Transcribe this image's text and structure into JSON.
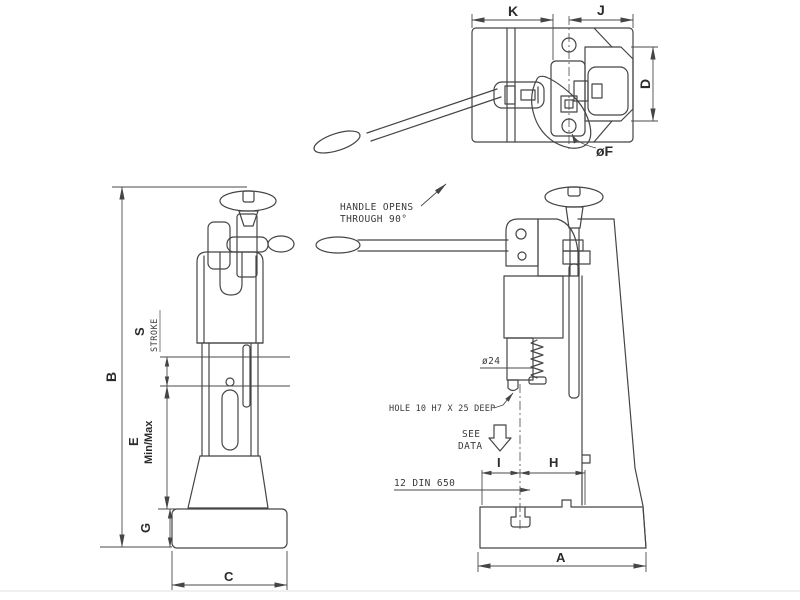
{
  "colors": {
    "line": "#454545",
    "text": "#2b2b2b",
    "background": "#ffffff"
  },
  "dimension_labels": {
    "K": "K",
    "J": "J",
    "D": "D",
    "F": "øF",
    "B": "B",
    "S": "S",
    "stroke_word": "STROKE",
    "E": "E",
    "min_max": "Min/Max",
    "G": "G",
    "C": "C",
    "A": "A",
    "I": "I",
    "H": "H"
  },
  "annotations": {
    "handle_note_line1": "HANDLE OPENS",
    "handle_note_line2": "THROUGH 90°",
    "ram_diameter": "ø24",
    "hole_note": "HOLE 10 H7 X 25 DEEP",
    "see_note_line1": "SEE",
    "see_note_line2": "DATA",
    "tslot_note": "12 DIN 650"
  }
}
